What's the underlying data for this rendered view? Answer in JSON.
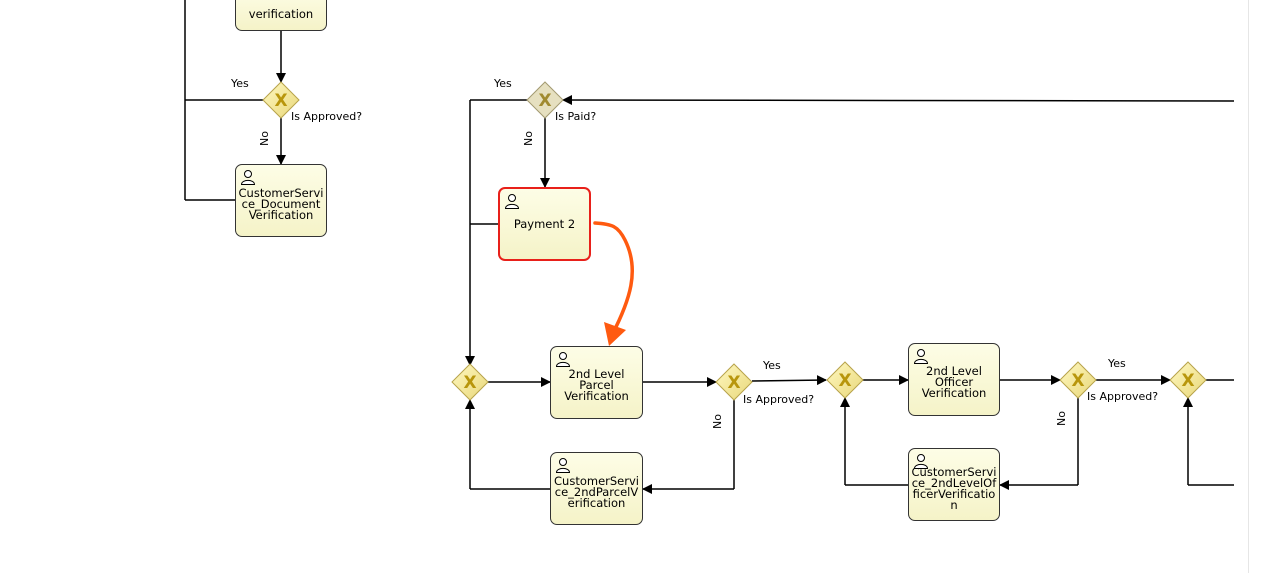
{
  "tasks": {
    "verification_top": "verification",
    "customer_service_doc": "CustomerService_DocumentVerification",
    "payment2": "Payment 2",
    "parcel_2nd_line1": "2nd Level",
    "parcel_2nd_line2": "Parcel",
    "parcel_2nd_line3": "Verification",
    "customer_service_parcel": "CustomerService_2ndParcelVerification",
    "officer_2nd_line1": "2nd Level",
    "officer_2nd_line2": "Officer",
    "officer_2nd_line3": "Verification",
    "customer_service_officer": "CustomerService_2ndLevelOfficerVerification"
  },
  "gateways": {
    "symbol": "X",
    "approved_1": "Is Approved?",
    "paid": "Is Paid?",
    "approved_2": "Is Approved?",
    "approved_3": "Is Approved?"
  },
  "flow_labels": {
    "yes": "Yes",
    "no": "No"
  },
  "colors": {
    "task_border": "#333333",
    "selected_border": "#e8201a",
    "annotation_arrow": "#ff5a10",
    "gateway_fill": "#f3e79a",
    "gateway_x": "#b8960c"
  },
  "icons": [
    "user-task-icon",
    "exclusive-gateway-icon"
  ]
}
